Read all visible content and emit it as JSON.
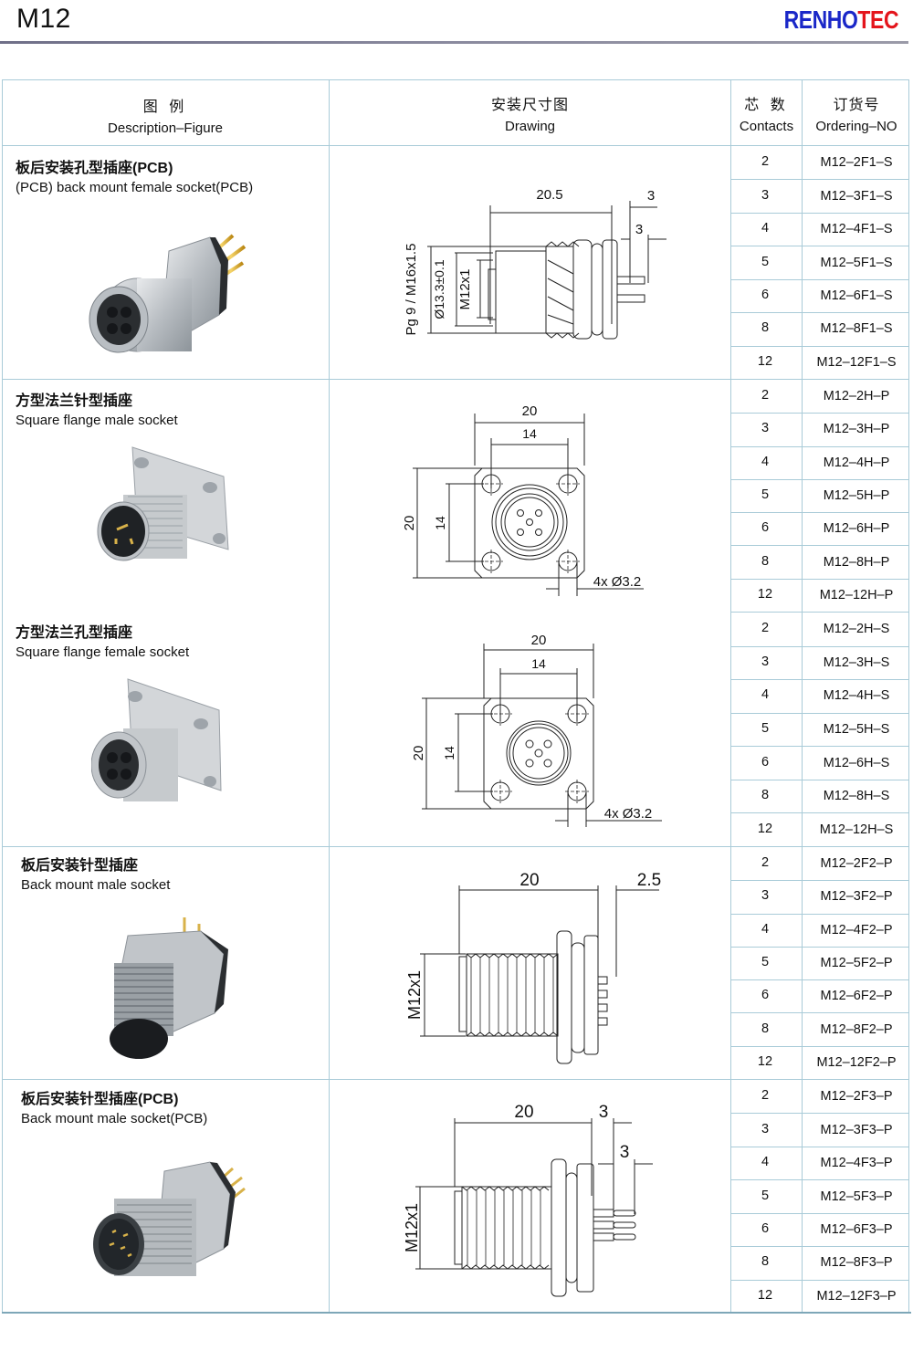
{
  "header": {
    "title": "M12",
    "brand_part1": "RENHO",
    "brand_part2": "TEC",
    "brand_colors": {
      "part1": "#1a27c8",
      "part2": "#e4151c"
    }
  },
  "table": {
    "columns": [
      {
        "cn": "图 例",
        "en": "Description–Figure"
      },
      {
        "cn": "安装尺寸图",
        "en": "Drawing"
      },
      {
        "cn": "芯 数",
        "en": "Contacts"
      },
      {
        "cn": "订货号",
        "en": "Ordering–NO"
      }
    ],
    "border_color": "#a9cbd8",
    "sections": [
      {
        "title_cn": "板后安装孔型插座(PCB)",
        "title_en": "(PCB)  back mount female socket(PCB)",
        "photo": "pcb-back-mount-female-socket-photo",
        "drawing": {
          "type": "side-view-pcb-female",
          "dims": {
            "length": "20.5",
            "pin_offset_1": "3",
            "pin_offset_2": "3",
            "thread_outer": "Pg 9 / M16x1.5",
            "diameter": "Ø13.3±0.1",
            "thread_inner": "M12x1"
          }
        },
        "rows": [
          {
            "contacts": "2",
            "order": "M12–2F1–S"
          },
          {
            "contacts": "3",
            "order": "M12–3F1–S"
          },
          {
            "contacts": "4",
            "order": "M12–4F1–S"
          },
          {
            "contacts": "5",
            "order": "M12–5F1–S"
          },
          {
            "contacts": "6",
            "order": "M12–6F1–S"
          },
          {
            "contacts": "8",
            "order": "M12–8F1–S"
          },
          {
            "contacts": "12",
            "order": "M12–12F1–S"
          }
        ]
      },
      {
        "title_cn": "方型法兰针型插座",
        "title_en": "Square flange male socket",
        "photo": "square-flange-male-socket-photo",
        "drawing": {
          "type": "front-view-square-flange",
          "dims": {
            "outer_w": "20",
            "inner_w": "14",
            "outer_h": "20",
            "inner_h": "14",
            "holes": "4x Ø3.2"
          }
        },
        "rows": [
          {
            "contacts": "2",
            "order": "M12–2H–P"
          },
          {
            "contacts": "3",
            "order": "M12–3H–P"
          },
          {
            "contacts": "4",
            "order": "M12–4H–P"
          },
          {
            "contacts": "5",
            "order": "M12–5H–P"
          },
          {
            "contacts": "6",
            "order": "M12–6H–P"
          },
          {
            "contacts": "8",
            "order": "M12–8H–P"
          },
          {
            "contacts": "12",
            "order": "M12–12H–P"
          }
        ]
      },
      {
        "title_cn": "方型法兰孔型插座",
        "title_en": "Square flange female socket",
        "photo": "square-flange-female-socket-photo",
        "drawing": {
          "type": "front-view-square-flange",
          "dims": {
            "outer_w": "20",
            "inner_w": "14",
            "outer_h": "20",
            "inner_h": "14",
            "holes": "4x Ø3.2"
          }
        },
        "rows": [
          {
            "contacts": "2",
            "order": "M12–2H–S"
          },
          {
            "contacts": "3",
            "order": "M12–3H–S"
          },
          {
            "contacts": "4",
            "order": "M12–4H–S"
          },
          {
            "contacts": "5",
            "order": "M12–5H–S"
          },
          {
            "contacts": "6",
            "order": "M12–6H–S"
          },
          {
            "contacts": "8",
            "order": "M12–8H–S"
          },
          {
            "contacts": "12",
            "order": "M12–12H–S"
          }
        ]
      },
      {
        "title_cn": "板后安装针型插座",
        "title_en": "Back mount male socket",
        "photo": "back-mount-male-socket-photo",
        "drawing": {
          "type": "side-view-male-wire",
          "dims": {
            "length": "20",
            "pin_offset": "2.5",
            "thread": "M12x1"
          }
        },
        "rows": [
          {
            "contacts": "2",
            "order": "M12–2F2–P"
          },
          {
            "contacts": "3",
            "order": "M12–3F2–P"
          },
          {
            "contacts": "4",
            "order": "M12–4F2–P"
          },
          {
            "contacts": "5",
            "order": "M12–5F2–P"
          },
          {
            "contacts": "6",
            "order": "M12–6F2–P"
          },
          {
            "contacts": "8",
            "order": "M12–8F2–P"
          },
          {
            "contacts": "12",
            "order": "M12–12F2–P"
          }
        ]
      },
      {
        "title_cn": "板后安装针型插座(PCB)",
        "title_en": "Back mount male socket(PCB)",
        "photo": "pcb-back-mount-male-socket-photo",
        "drawing": {
          "type": "side-view-male-pcb",
          "dims": {
            "length": "20",
            "pin_offset_1": "3",
            "pin_offset_2": "3",
            "thread": "M12x1"
          }
        },
        "rows": [
          {
            "contacts": "2",
            "order": "M12–2F3–P"
          },
          {
            "contacts": "3",
            "order": "M12–3F3–P"
          },
          {
            "contacts": "4",
            "order": "M12–4F3–P"
          },
          {
            "contacts": "5",
            "order": "M12–5F3–P"
          },
          {
            "contacts": "6",
            "order": "M12–6F3–P"
          },
          {
            "contacts": "8",
            "order": "M12–8F3–P"
          },
          {
            "contacts": "12",
            "order": "M12–12F3–P"
          }
        ]
      }
    ]
  }
}
